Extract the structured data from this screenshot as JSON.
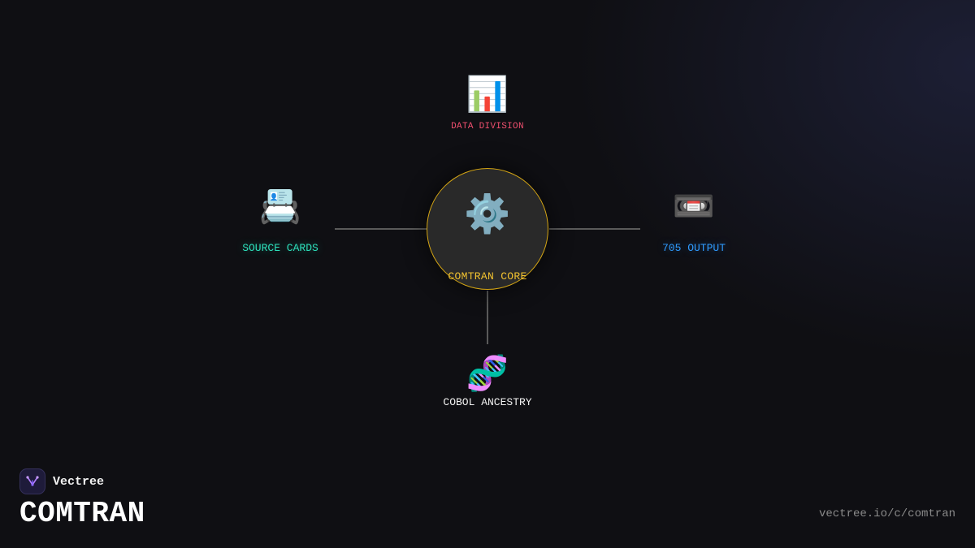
{
  "diagram": {
    "core": {
      "label": "COMTRAN CORE",
      "icon": "gear-icon",
      "color": "#f2c230"
    },
    "nodes": {
      "data_division": {
        "label": "DATA DIVISION",
        "icon": "bar-chart-icon",
        "color": "#ef4f6e"
      },
      "source_cards": {
        "label": "SOURCE CARDS",
        "icon": "card-file-box-icon",
        "color": "#2de0bb"
      },
      "output": {
        "label": "705 OUTPUT",
        "icon": "videocassette-icon",
        "color": "#2f9bff"
      },
      "cobol_ancestry": {
        "label": "COBOL ANCESTRY",
        "icon": "dna-icon",
        "color": "#f2f2f2"
      }
    }
  },
  "brand": {
    "name": "Vectree",
    "logo": "vectree-logo-icon"
  },
  "title": "COMTRAN",
  "url": "vectree.io/c/comtran"
}
